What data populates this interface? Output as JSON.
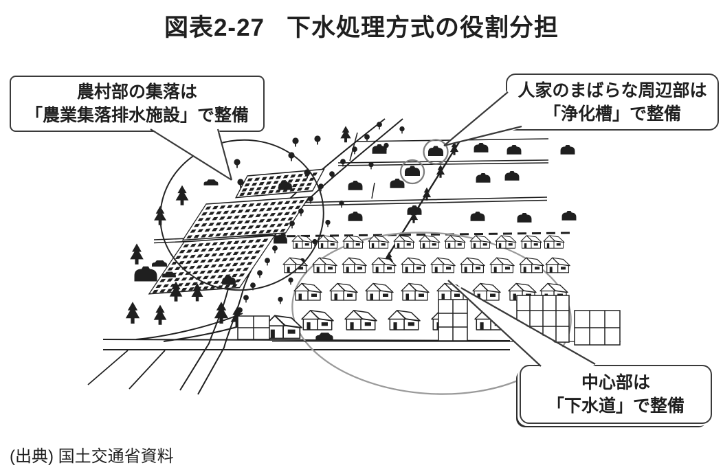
{
  "title": {
    "label": "図表2-27",
    "text": "下水処理方式の役割分担"
  },
  "source": "(出典) 国土交通省資料",
  "callouts": {
    "rural": {
      "line1": "農村部の集落は",
      "line2": "「農業集落排水施設」で整備"
    },
    "periphery": {
      "line1": "人家のまばらな周辺部は",
      "line2": "「浄化槽」で整備"
    },
    "center": {
      "line1": "中心部は",
      "line2": "「下水道」で整備"
    }
  },
  "colors": {
    "ink": "#1f1f1f",
    "callout_border": "#3a3a3a",
    "annotation_circle_gray": "#7d7d7d",
    "town_ellipse_gray": "#9a9a9a",
    "background": "#ffffff"
  },
  "icons": {
    "pine": "pine-tree-icon",
    "round_tree": "deciduous-tree-icon",
    "house_blob": "small-house-icon",
    "house": "town-house-icon",
    "car": "car-icon"
  }
}
